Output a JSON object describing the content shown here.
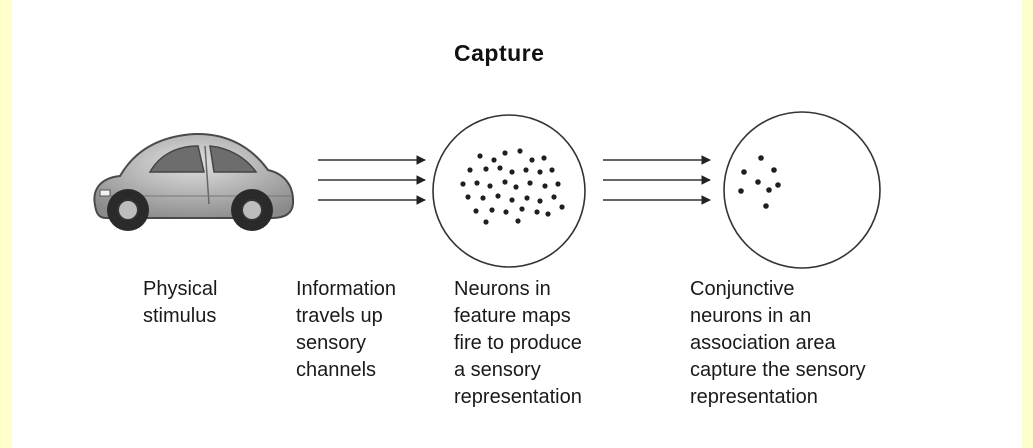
{
  "title": "Capture",
  "captions": [
    "Physical\nstimulus",
    "Information\ntravels up\nsensory\nchannels",
    "Neurons in\nfeature maps\nfire to produce\na sensory\nrepresentation",
    "Conjunctive\nneurons in an\nassociation area\ncapture the sensory\nrepresentation"
  ],
  "icons": {
    "car": "car-icon",
    "arrow": "arrow-icon",
    "neuron_dot": "neuron-dot-icon"
  },
  "colors": {
    "background": "#ffffcc",
    "panel": "#ffffff",
    "ink": "#111111"
  }
}
